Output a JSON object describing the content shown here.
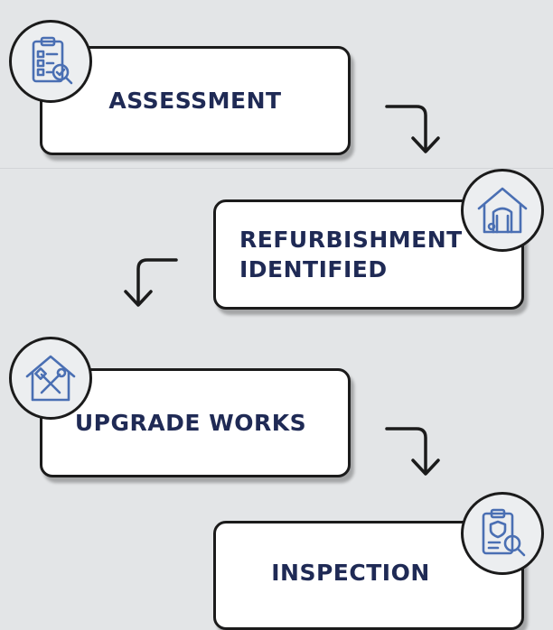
{
  "steps": [
    {
      "label": "ASSESSMENT",
      "icon": "clipboard-checklist-icon"
    },
    {
      "line1": "REFURBISHMENT",
      "line2": "IDENTIFIED",
      "icon": "house-door-icon"
    },
    {
      "label": "UPGRADE WORKS",
      "icon": "house-tools-icon"
    },
    {
      "label": "INSPECTION",
      "icon": "clipboard-shield-search-icon"
    }
  ],
  "colors": {
    "text": "#1f2a55",
    "icon_blue": "#4a6fb3",
    "border": "#1b1b1b",
    "background": "#e3e5e7"
  }
}
